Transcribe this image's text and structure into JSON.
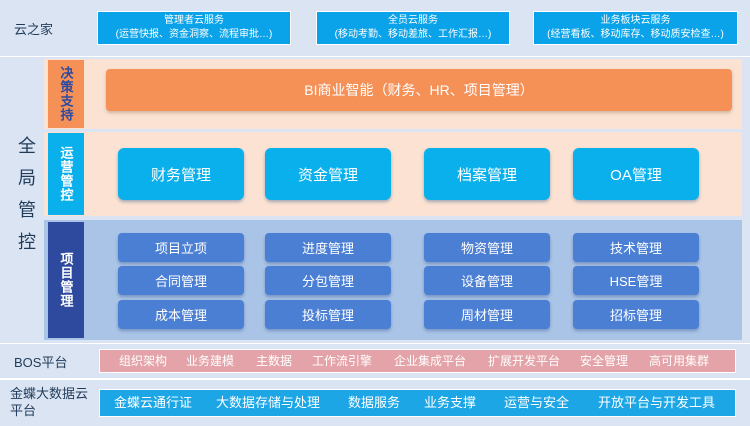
{
  "cloud_home": {
    "label": "云之家",
    "boxes": [
      {
        "title": "管理者云服务",
        "sub": "(运营快报、资金洞察、流程审批…)"
      },
      {
        "title": "全员云服务",
        "sub": "(移动考勤、移动差旅、工作汇报…)"
      },
      {
        "title": "业务板块云服务",
        "sub": "(经营看板、移动库存、移动质安检查…)"
      }
    ]
  },
  "global_control": {
    "label": "全局管控",
    "decision": {
      "label": "决策支持",
      "bi": "BI商业智能（财务、HR、项目管理）"
    },
    "operations": {
      "label": "运营管控",
      "items": [
        "财务管理",
        "资金管理",
        "档案管理",
        "OA管理"
      ]
    },
    "project": {
      "label": "项目管理",
      "rows": [
        [
          "项目立项",
          "进度管理",
          "物资管理",
          "技术管理"
        ],
        [
          "合同管理",
          "分包管理",
          "设备管理",
          "HSE管理"
        ],
        [
          "成本管理",
          "投标管理",
          "周材管理",
          "招标管理"
        ]
      ]
    }
  },
  "bos": {
    "label": "BOS平台",
    "items": [
      "组织架构",
      "业务建模",
      "主数据",
      "工作流引擎",
      "企业集成平台",
      "扩展开发平台",
      "安全管理",
      "高可用集群"
    ]
  },
  "kingdee": {
    "label": "金蝶大数据云平台",
    "items": [
      "金蝶云通行证",
      "大数据存储与处理",
      "数据服务",
      "业务支撑",
      "运营与安全",
      "开放平台与开发工具"
    ]
  },
  "colors": {
    "cloud_blue": "#0aa2e8",
    "nav_blue": "#2e4a9e",
    "bi_orange": "#f59057",
    "bos_pink": "#e4a3a8",
    "kingdee_blue": "#1da6e6"
  }
}
